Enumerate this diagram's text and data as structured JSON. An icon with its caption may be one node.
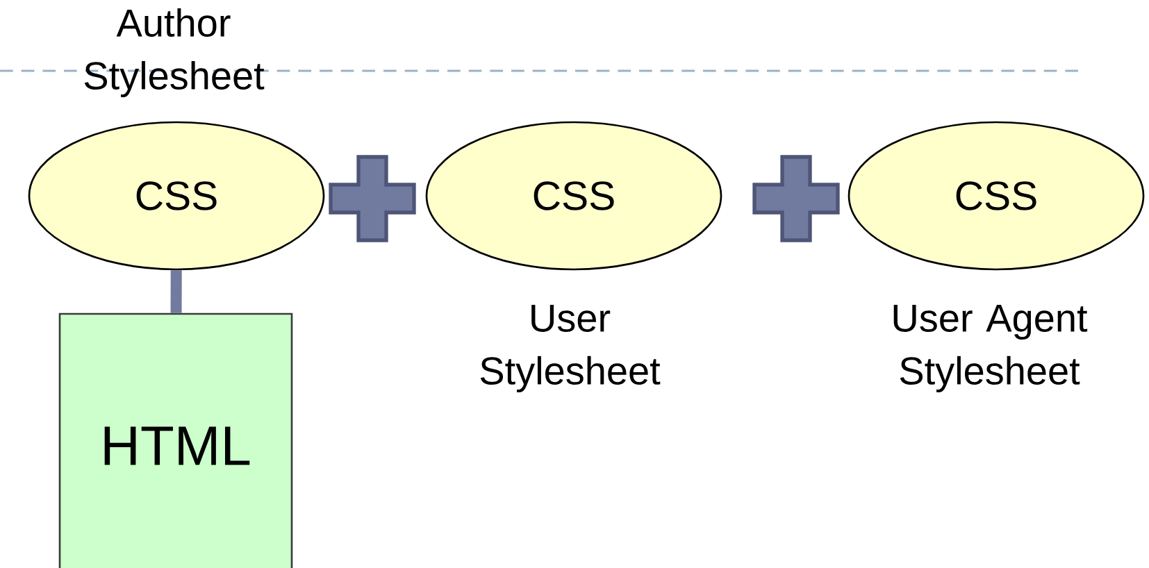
{
  "diagram": {
    "nodes": [
      {
        "text": [
          "CSS"
        ],
        "beside": [
          "Author Stylesheet"
        ]
      },
      {
        "text": [
          "CSS"
        ],
        "beside": [
          "User Stylesheet"
        ]
      },
      {
        "text": [
          "CSS"
        ],
        "beside": [
          "User Agent Stylesheet"
        ]
      },
      {
        "text": [
          "HTML"
        ]
      }
    ],
    "edges": [
      {
        "from": 0,
        "to": 3,
        "arrow": "none"
      }
    ]
  }
}
